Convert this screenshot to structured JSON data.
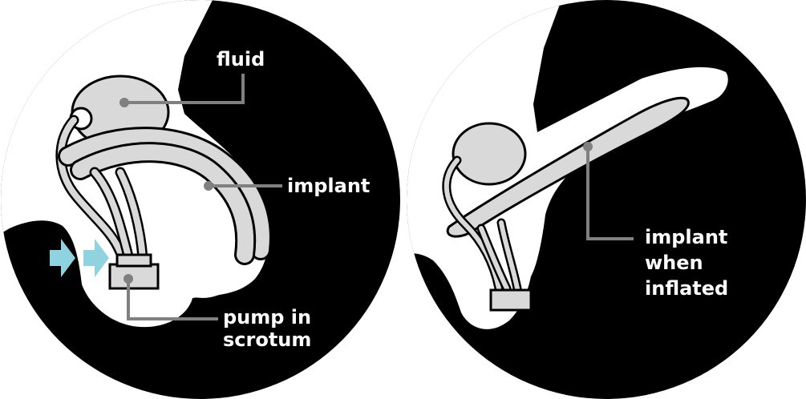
{
  "panels": [
    {
      "state": "deflated",
      "labels": {
        "fluid": "fluid",
        "implant": "implant",
        "pump_line1": "pump in",
        "pump_line2": "scrotum"
      },
      "arrow_count": 2
    },
    {
      "state": "inflated",
      "labels": {
        "implant_line1": "implant",
        "implant_line2": "when",
        "implant_line3": "inflated"
      }
    }
  ],
  "colors": {
    "background_circle": "#000000",
    "body_outline_fill": "#ffffff",
    "device_fill": "#d9d9d9",
    "device_stroke": "#000000",
    "leader_line": "#808080",
    "label_text": "#ffffff",
    "arrow": "#8fd3e0"
  },
  "icons": {
    "pump_arrows": "arrow-right-icon"
  }
}
